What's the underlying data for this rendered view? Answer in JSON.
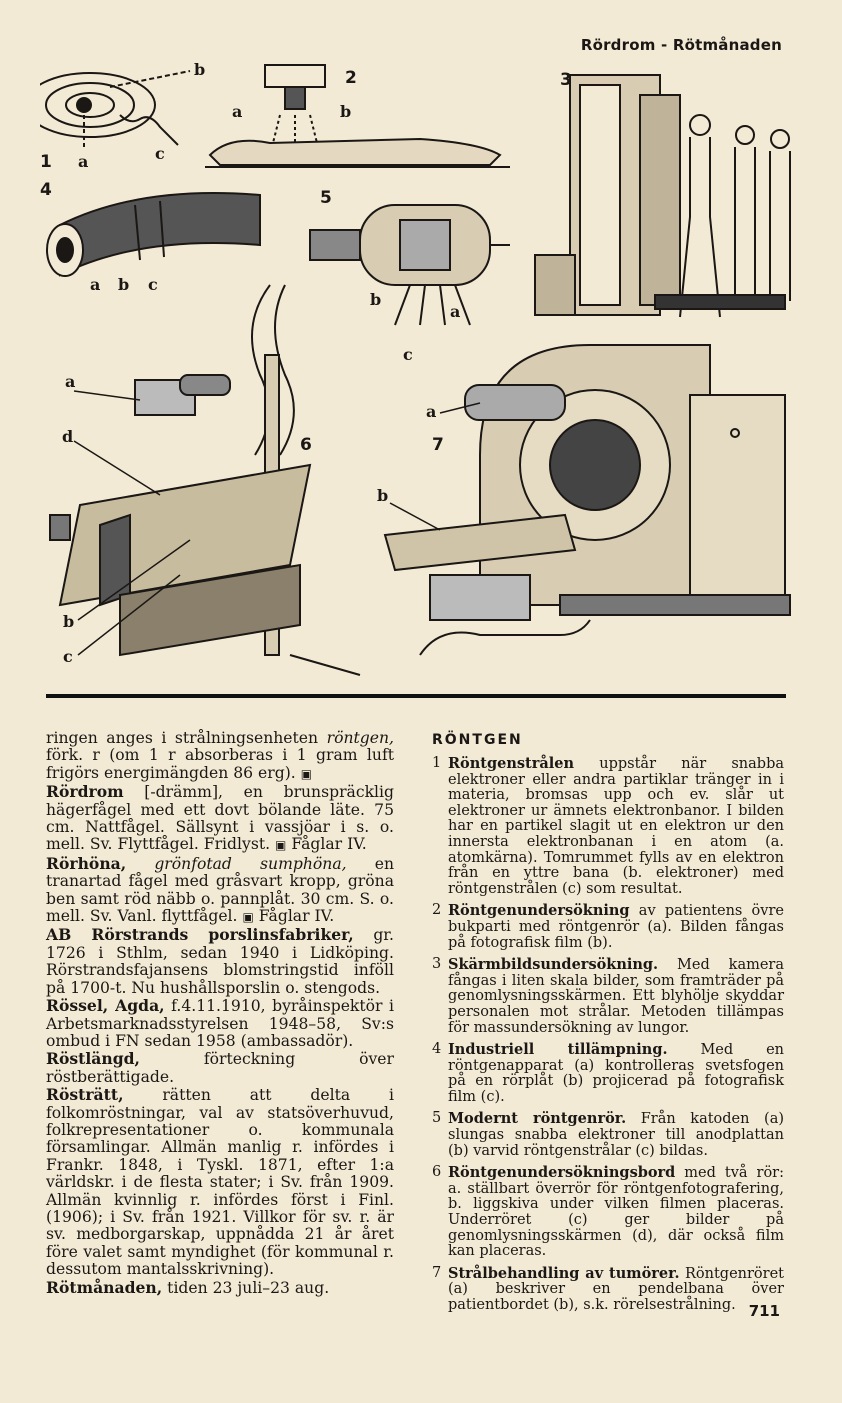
{
  "header": {
    "running_title": "Rördrom - Rötmånaden"
  },
  "illustration": {
    "figure_labels": [
      "1",
      "2",
      "3",
      "4",
      "5",
      "6",
      "7"
    ],
    "part_labels": {
      "a": "a",
      "b": "b",
      "c": "c",
      "d": "d"
    }
  },
  "left_column": {
    "p1": "ringen anges i strålningsenheten",
    "p1_italic": "röntgen,",
    "p1_rest": "förk. r (om 1 r absorberas i 1 gram luft frigörs energimängden 86 erg).",
    "p2_head": "Rördrom",
    "p2_text": "[-drämm], en brunspräcklig hägerfågel med ett dovt bölande läte. 75 cm. Nattfågel. Sällsynt i vassjöar i s. o. mell. Sv. Flyttfågel. Fridlyst.",
    "p2_ref": "Fåglar IV.",
    "p3_head": "Rörhöna,",
    "p3_italic": "grönfotad sumphöna,",
    "p3_text": "en tranartad fågel med gråsvart kropp, gröna ben samt röd näbb o. pannplåt. 30 cm. S. o. mell. Sv. Vanl. flyttfågel.",
    "p3_ref": "Fåglar IV.",
    "p4_head": "AB Rörstrands porslinsfabriker,",
    "p4_text": "gr. 1726 i Sthlm, sedan 1940 i Lidköping. Rörstrandsfajansens blomstringstid inföll på 1700-t. Nu hushållsporslin o. stengods.",
    "p5_head": "Rössel, Agda,",
    "p5_text": "f.4.11.1910, byråinspektör i Arbetsmarknadsstyrelsen 1948–58, Sv:s ombud i FN sedan 1958 (ambassadör).",
    "p6_head": "Röstlängd,",
    "p6_text": "förteckning över röstberättigade.",
    "p7_head": "Rösträtt,",
    "p7_text": "rätten att delta i folkomröstningar, val av statsöverhuvud, folkrepresentationer o. kommunala församlingar. Allmän manlig r. infördes i Frankr. 1848, i Tyskl. 1871, efter 1:a världskr. i de flesta stater; i Sv. från 1909. Allmän kvinnlig r. infördes först i Finl. (1906); i Sv. från 1921. Villkor för sv. r. är sv. medborgarskap, uppnådda 21 år året före valet samt myndighet (för kommunal r. dessutom mantalsskrivning).",
    "p8_head": "Rötmånaden,",
    "p8_text": "tiden 23 juli–23 aug."
  },
  "right_column": {
    "section_title": "RÖNTGEN",
    "captions": [
      {
        "num": "1",
        "head": "Röntgenstrålen",
        "text": "uppstår när snabba elektroner eller andra partiklar tränger in i materia, bromsas upp och ev. slår ut elektroner ur ämnets elektronbanor. I bilden har en partikel slagit ut en elektron ur den innersta elektronbanan i en atom (a. atomkärna). Tomrummet fylls av en elektron från en yttre bana (b. elektroner) med röntgenstrålen (c) som resultat."
      },
      {
        "num": "2",
        "head": "Röntgenundersökning",
        "text": "av patientens övre bukparti med röntgenrör (a). Bilden fångas på fotografisk film (b)."
      },
      {
        "num": "3",
        "head": "Skärmbildsundersökning.",
        "text": "Med kamera fångas i liten skala bilder, som framträder på genomlysningsskärmen. Ett blyhölje skyddar personalen mot strålar. Metoden tillämpas för massundersökning av lungor."
      },
      {
        "num": "4",
        "head": "Industriell tillämpning.",
        "text": "Med en röntgenapparat (a) kontrolleras svetsfogen på en rörplåt (b) projicerad på fotografisk film (c)."
      },
      {
        "num": "5",
        "head": "Modernt röntgenrör.",
        "text": "Från katoden (a) slungas snabba elektroner till anodplattan (b) varvid röntgenstrålar (c) bildas."
      },
      {
        "num": "6",
        "head": "Röntgenundersökningsbord",
        "text": "med två rör: a. ställbart överrör för röntgenfotografering, b. liggskiva under vilken filmen placeras. Underröret (c) ger bilder på genomlysningsskärmen (d), där också film kan placeras."
      },
      {
        "num": "7",
        "head": "Strålbehandling av tumörer.",
        "text": "Röntgenröret (a) beskriver en pendelbana över patientbordet (b), s.k. rörelsestrålning."
      }
    ]
  },
  "footer": {
    "page_number": "711"
  }
}
